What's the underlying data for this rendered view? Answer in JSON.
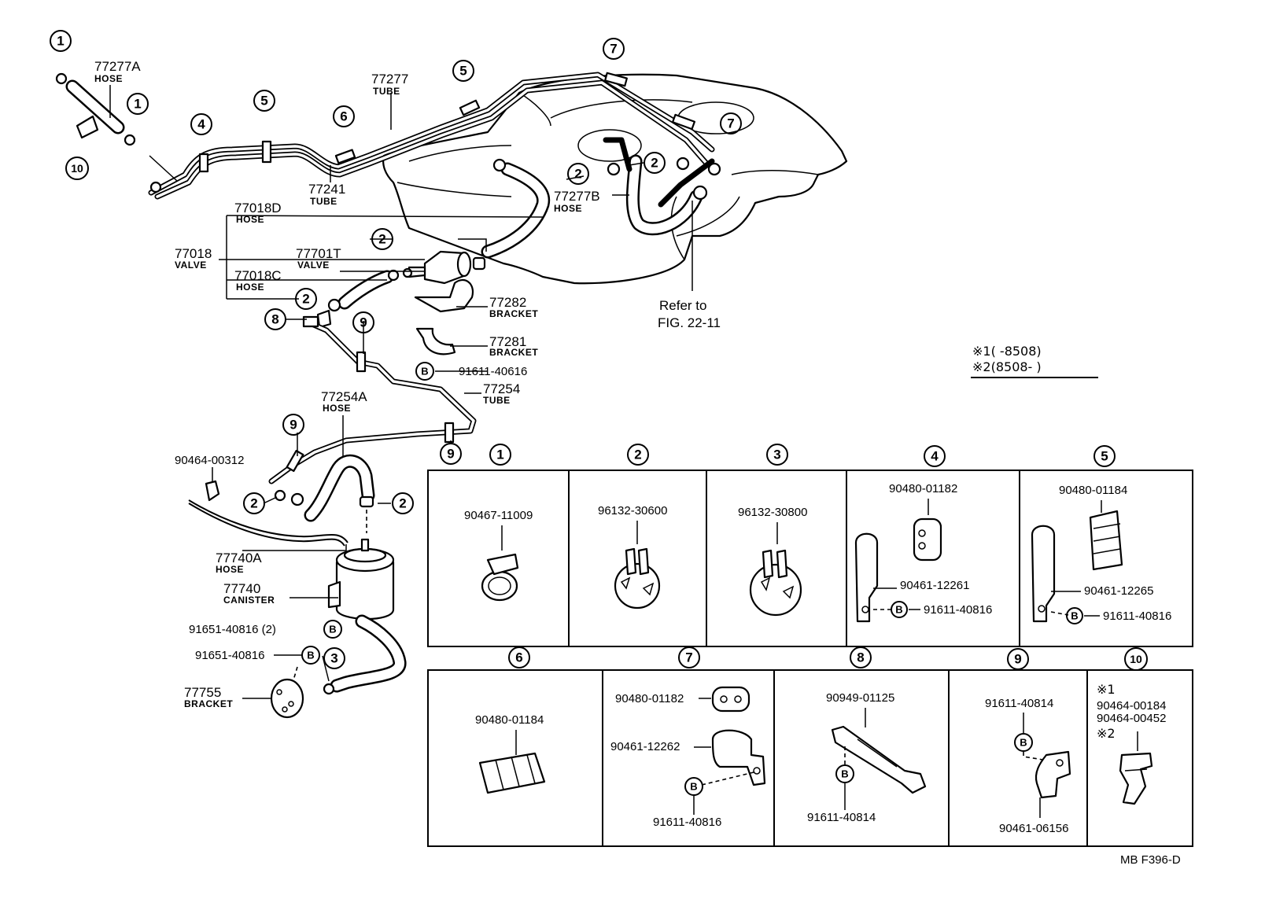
{
  "labels": {
    "p77277A": "77277A",
    "p77277A_sub": "HOSE",
    "p77277": "77277",
    "p77277_sub": "TUBE",
    "p77241": "77241",
    "p77241_sub": "TUBE",
    "p77018D": "77018D",
    "p77018D_sub": "HOSE",
    "p77018": "77018",
    "p77018_sub": "VALVE",
    "p77701T": "77701T",
    "p77701T_sub": "VALVE",
    "p77018C": "77018C",
    "p77018C_sub": "HOSE",
    "p77277B": "77277B",
    "p77277B_sub": "HOSE",
    "refer1": "Refer to",
    "refer2": "FIG. 22-11",
    "p77282": "77282",
    "p77282_sub": "BRACKET",
    "p77281": "77281",
    "p77281_sub": "BRACKET",
    "p91611_40616": "91611-40616",
    "p77254": "77254",
    "p77254_sub": "TUBE",
    "p77254A": "77254A",
    "p77254A_sub": "HOSE",
    "p90464_00312": "90464-00312",
    "p77740A": "77740A",
    "p77740A_sub": "HOSE",
    "p77740": "77740",
    "p77740_sub": "CANISTER",
    "p91651_40816_2": "91651-40816 (2)",
    "p91651_40816": "91651-40816",
    "p77755": "77755",
    "p77755_sub": "BRACKET"
  },
  "bolt_letter": "B",
  "notes": {
    "line1": "※1(        -8508)",
    "line2": "※2(8508-        )"
  },
  "panels": {
    "p1": {
      "ref": "1",
      "parts": [
        "90467-11009"
      ]
    },
    "p2": {
      "ref": "2",
      "parts": [
        "96132-30600"
      ]
    },
    "p3": {
      "ref": "3",
      "parts": [
        "96132-30800"
      ]
    },
    "p4": {
      "ref": "4",
      "parts": [
        "90480-01182",
        "90461-12261",
        "91611-40816"
      ]
    },
    "p5": {
      "ref": "5",
      "parts": [
        "90480-01184",
        "90461-12265",
        "91611-40816"
      ]
    },
    "p6": {
      "ref": "6",
      "parts": [
        "90480-01184"
      ]
    },
    "p7": {
      "ref": "7",
      "parts": [
        "90480-01182",
        "90461-12262",
        "91611-40816"
      ]
    },
    "p8": {
      "ref": "8",
      "parts": [
        "90949-01125",
        "91611-40814"
      ]
    },
    "p9": {
      "ref": "9",
      "parts": [
        "91611-40814",
        "90461-06156"
      ]
    },
    "p10": {
      "ref": "10",
      "parts": [
        "※1",
        "90464-00184",
        "90464-00452",
        "※2"
      ]
    }
  },
  "footer": "MB  F396-D"
}
